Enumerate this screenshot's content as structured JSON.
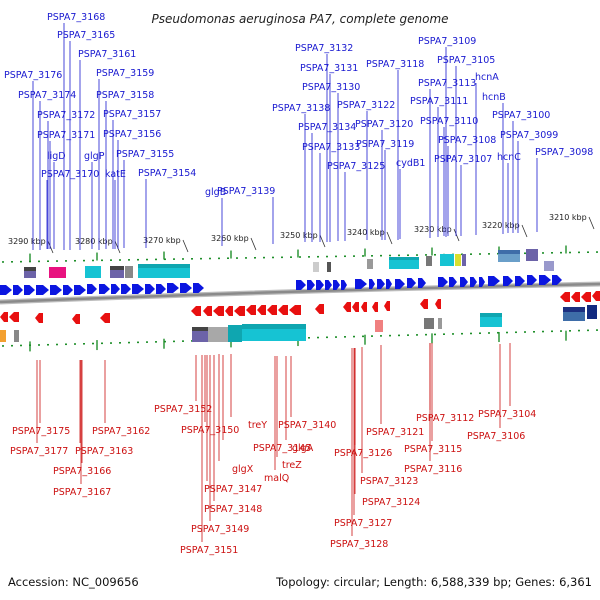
{
  "title": "Pseudomonas aeruginosa PA7, complete genome",
  "footer": {
    "accession": "Accession: NC_009656",
    "topology": "Topology: circular; Length: 6,588,339 bp; Genes: 6,361"
  },
  "scale_ticks": [
    "3290 kbp",
    "3280 kbp",
    "3270 kbp",
    "3260 kbp",
    "3250 kbp",
    "3240 kbp",
    "3230 kbp",
    "3220 kbp",
    "3210 kbp"
  ],
  "top_labels": [
    "PSPA7_3168",
    "PSPA7_3165",
    "PSPA7_3161",
    "PSPA7_3176",
    "PSPA7_3159",
    "PSPA7_3174",
    "PSPA7_3158",
    "PSPA7_3172",
    "PSPA7_3157",
    "PSPA7_3171",
    "PSPA7_3156",
    "ligD",
    "glgP",
    "PSPA7_3155",
    "PSPA7_3170",
    "katE",
    "PSPA7_3154",
    "glgB",
    "PSPA7_3139",
    "PSPA7_3132",
    "PSPA7_3131",
    "PSPA7_3118",
    "PSPA7_3130",
    "PSPA7_3138",
    "PSPA7_3122",
    "PSPA7_3134",
    "PSPA7_3120",
    "PSPA7_3133",
    "PSPA7_3119",
    "PSPA7_3125",
    "cydB1",
    "PSPA7_3109",
    "PSPA7_3105",
    "hcnA",
    "PSPA7_3113",
    "hcnB",
    "PSPA7_3111",
    "PSPA7_3100",
    "PSPA7_3110",
    "PSPA7_3099",
    "PSPA7_3108",
    "hcnC",
    "PSPA7_3098",
    "PSPA7_3107"
  ],
  "bottom_labels": [
    "PSPA7_3152",
    "treY",
    "PSPA7_3140",
    "PSPA7_3150",
    "PSPA7_3145",
    "glgA",
    "glgX",
    "treZ",
    "malQ",
    "PSPA7_3147",
    "PSPA7_3148",
    "PSPA7_3149",
    "PSPA7_3151",
    "PSPA7_3175",
    "PSPA7_3162",
    "PSPA7_3177",
    "PSPA7_3163",
    "PSPA7_3166",
    "PSPA7_3167",
    "PSPA7_3112",
    "PSPA7_3104",
    "PSPA7_3121",
    "PSPA7_3106",
    "PSPA7_3126",
    "PSPA7_3115",
    "PSPA7_3123",
    "PSPA7_3116",
    "PSPA7_3124",
    "PSPA7_3127",
    "PSPA7_3128"
  ],
  "colors": {
    "forward_strand": "#0b16e0",
    "reverse_strand": "#e81010",
    "top_label": "#1a1ad0",
    "bottom_label": "#cc1111",
    "feature_cyan": "#16c3d3",
    "feature_teal": "#0fa6b0",
    "feature_magenta": "#e8127f",
    "feature_purple": "#6c63a8",
    "feature_gray": "#888888",
    "backbone": "#8a8a8a",
    "tick_green": "#1f8f2a"
  }
}
